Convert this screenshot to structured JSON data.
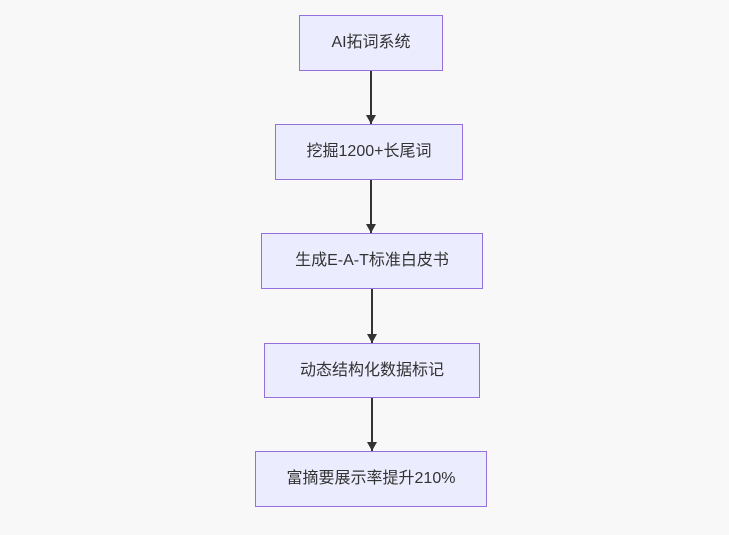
{
  "diagram": {
    "type": "flowchart",
    "direction": "top-down",
    "nodes": [
      {
        "label": "AI拓词系统"
      },
      {
        "label": "挖掘1200+长尾词"
      },
      {
        "label": "生成E-A-T标准白皮书"
      },
      {
        "label": "动态结构化数据标记"
      },
      {
        "label": "富摘要展示率提升210%"
      }
    ],
    "edges": [
      {
        "from": 0,
        "to": 1
      },
      {
        "from": 1,
        "to": 2
      },
      {
        "from": 2,
        "to": 3
      },
      {
        "from": 3,
        "to": 4
      }
    ],
    "colors": {
      "node_fill": "#ECECFF",
      "node_border": "#9370DB",
      "node_text": "#333333",
      "arrow": "#333333",
      "background": "#f8f8f8"
    }
  }
}
